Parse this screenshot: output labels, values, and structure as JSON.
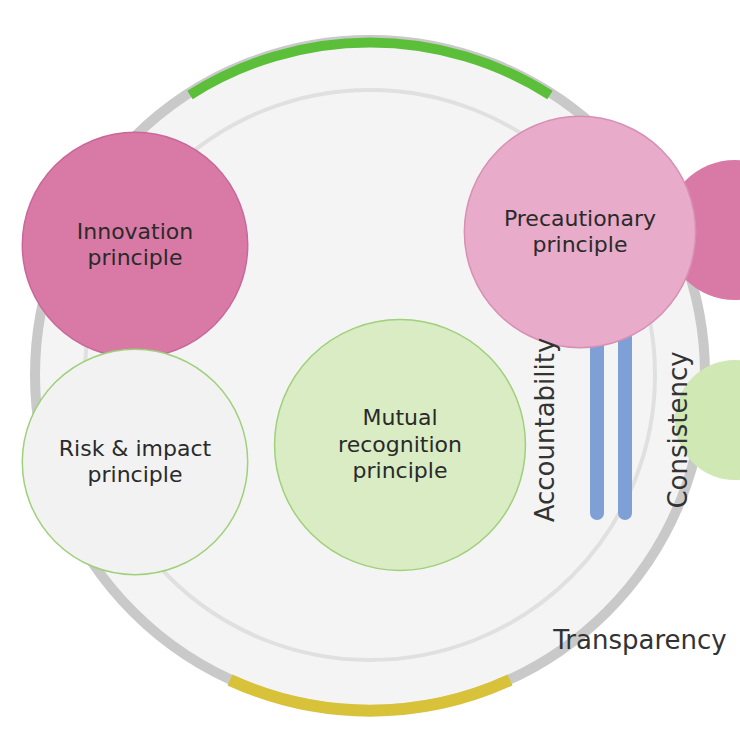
{
  "diagram": {
    "nodes": [
      {
        "text": [
          "Innovation principle"
        ]
      },
      {
        "text": [
          "Precautionary principle"
        ]
      },
      {
        "text": [
          "Risk & impact principle"
        ]
      },
      {
        "text": [
          "Mutual recognition principle"
        ]
      }
    ],
    "labels": [
      "Accountability",
      "Consistency",
      "Transparency"
    ]
  }
}
